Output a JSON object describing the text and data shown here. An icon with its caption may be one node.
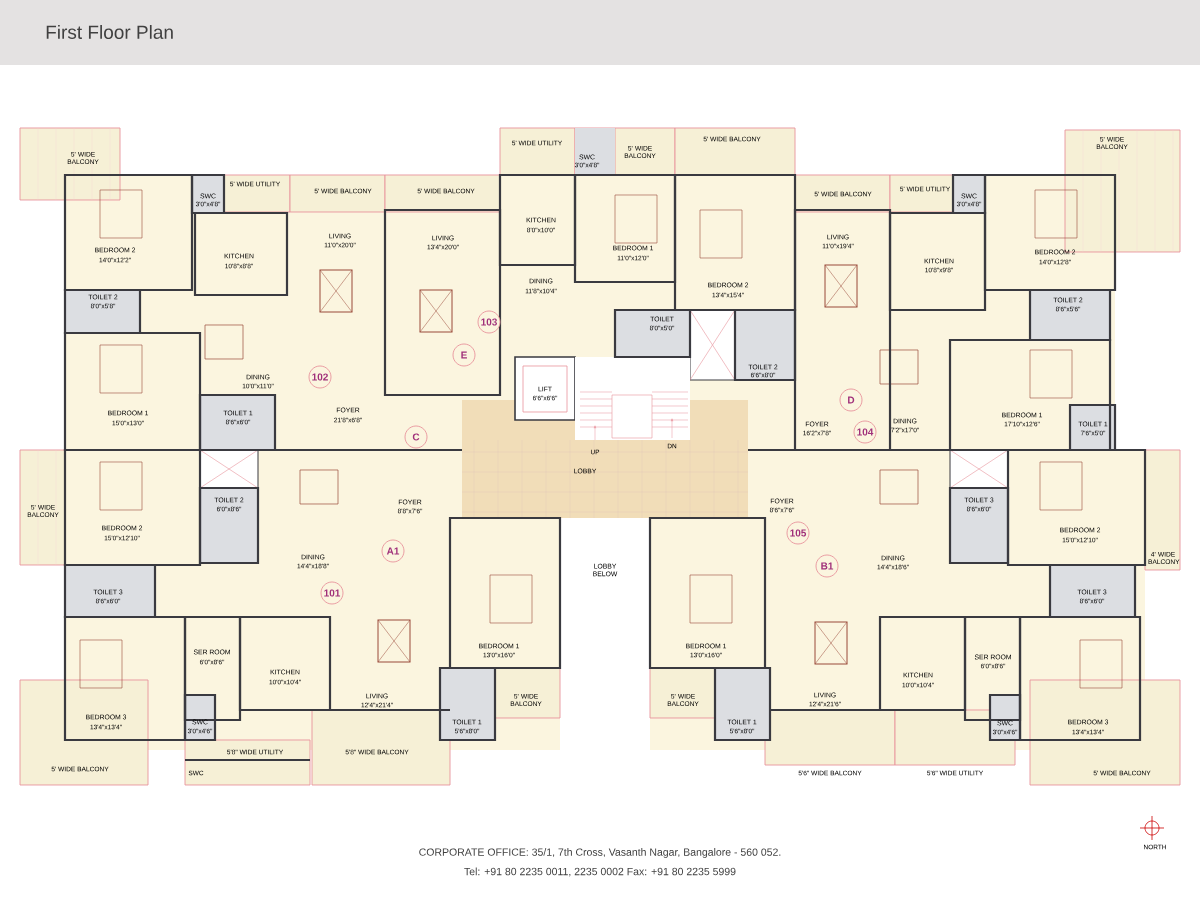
{
  "diagram": {
    "title": "First Floor Plan",
    "nodes": [
      {
        "text": [
          "103"
        ]
      },
      {
        "text": [
          "E"
        ]
      },
      {
        "text": [
          "102"
        ]
      },
      {
        "text": [
          "D"
        ]
      },
      {
        "text": [
          "104"
        ]
      },
      {
        "text": [
          "C"
        ]
      },
      {
        "text": [
          "105"
        ]
      },
      {
        "text": [
          "A1"
        ]
      },
      {
        "text": [
          "B1"
        ]
      },
      {
        "text": [
          "101"
        ]
      }
    ],
    "labels": [
      "5' WIDE BALCONY",
      "5' WIDE UTILITY",
      "5' WIDE BALCONY",
      "5' WIDE BALCONY",
      "5' WIDE BALCONY",
      "SWC",
      "3'0\"x4'8\"",
      "5' WIDE UTILITY",
      "5' WIDE BALCONY",
      "5' WIDE BALCONY",
      "5' WIDE BALCONY",
      "5' WIDE UTILITY",
      "SWC",
      "3'0\"x4'8\"",
      "SWC",
      "3'0\"x4'8\"",
      "KITCHEN",
      "8'0\"x10'0\"",
      "LIVING",
      "11'0\"x20'0\"",
      "LIVING",
      "11'0\"x19'4\"",
      "LIVING",
      "13'4\"x20'0\"",
      "BEDROOM 1",
      "11'0\"x12'0\"",
      "BEDROOM 2",
      "14'0\"x12'2\"",
      "BEDROOM 2",
      "14'0\"x12'8\"",
      "KITCHEN",
      "10'8\"x8'8\"",
      "KITCHEN",
      "10'8\"x9'8\"",
      "DINING",
      "11'8\"x10'4\"",
      "BEDROOM 2",
      "13'4\"x15'4\"",
      "TOILET 2",
      "8'0\"x5'8\"",
      "TOILET 2",
      "8'6\"x5'6\"",
      "TOILET",
      "8'0\"x5'0\"",
      "TOILET 2",
      "6'6\"x8'0\"",
      "DINING",
      "10'0\"x11'0\"",
      "LIFT",
      "6'6\"x6'6\"",
      "TOILET 1",
      "8'6\"x6'0\"",
      "FOYER",
      "21'8\"x6'8\"",
      "BEDROOM 1",
      "15'0\"x13'0\"",
      "BEDROOM 1",
      "17'10\"x12'6\"",
      "DINING",
      "7'2\"x17'0\"",
      "TOILET 1",
      "7'6\"x5'0\"",
      "FOYER",
      "16'2\"x7'8\"",
      "DN",
      "UP",
      "LOBBY",
      "TOILET 2",
      "6'0\"x8'6\"",
      "TOILET 3",
      "8'6\"x6'0\"",
      "FOYER",
      "8'6\"x7'6\"",
      "FOYER",
      "8'8\"x7'6\"",
      "5' WIDE BALCONY",
      "BEDROOM 2",
      "15'0\"x12'10\"",
      "BEDROOM 2",
      "15'0\"x12'10\"",
      "DINING",
      "14'4\"x18'8\"",
      "DINING",
      "14'4\"x18'6\"",
      "4' WIDE BALCONY",
      "LOBBY BELOW",
      "TOILET 3",
      "8'6\"x6'0\"",
      "TOILET 3",
      "8'6\"x6'0\"",
      "BEDROOM 1",
      "13'0\"x16'0\"",
      "BEDROOM 1",
      "13'0\"x16'0\"",
      "SER ROOM",
      "6'0\"x8'6\"",
      "SER ROOM",
      "6'0\"x8'6\"",
      "KITCHEN",
      "10'0\"x10'4\"",
      "KITCHEN",
      "10'0\"x10'4\"",
      "LIVING",
      "12'4\"x21'4\"",
      "LIVING",
      "12'4\"x21'6\"",
      "5' WIDE BALCONY",
      "5' WIDE BALCONY",
      "BEDROOM 3",
      "13'4\"x13'4\"",
      "TOILET 1",
      "5'6\"x8'0\"",
      "TOILET 1",
      "5'6\"x8'0\"",
      "BEDROOM 3",
      "13'4\"x13'4\"",
      "SWC",
      "3'0\"x4'6\"",
      "SWC",
      "3'0\"x4'6\"",
      "5'8\" WIDE UTILITY",
      "5'8\" WIDE BALCONY",
      "5' WIDE BALCONY",
      "5'6\" WIDE BALCONY",
      "5'6\" WIDE UTILITY",
      "5' WIDE BALCONY",
      "SWC",
      "NORTH",
      "CORPORATE OFFICE: 35/1, 7th Cross, Vasanth Nagar, Bangalore - 560 052.",
      "Tel: +91 80 2235 0011, 2235 0002 Fax: +91 80 2235 5999"
    ]
  }
}
